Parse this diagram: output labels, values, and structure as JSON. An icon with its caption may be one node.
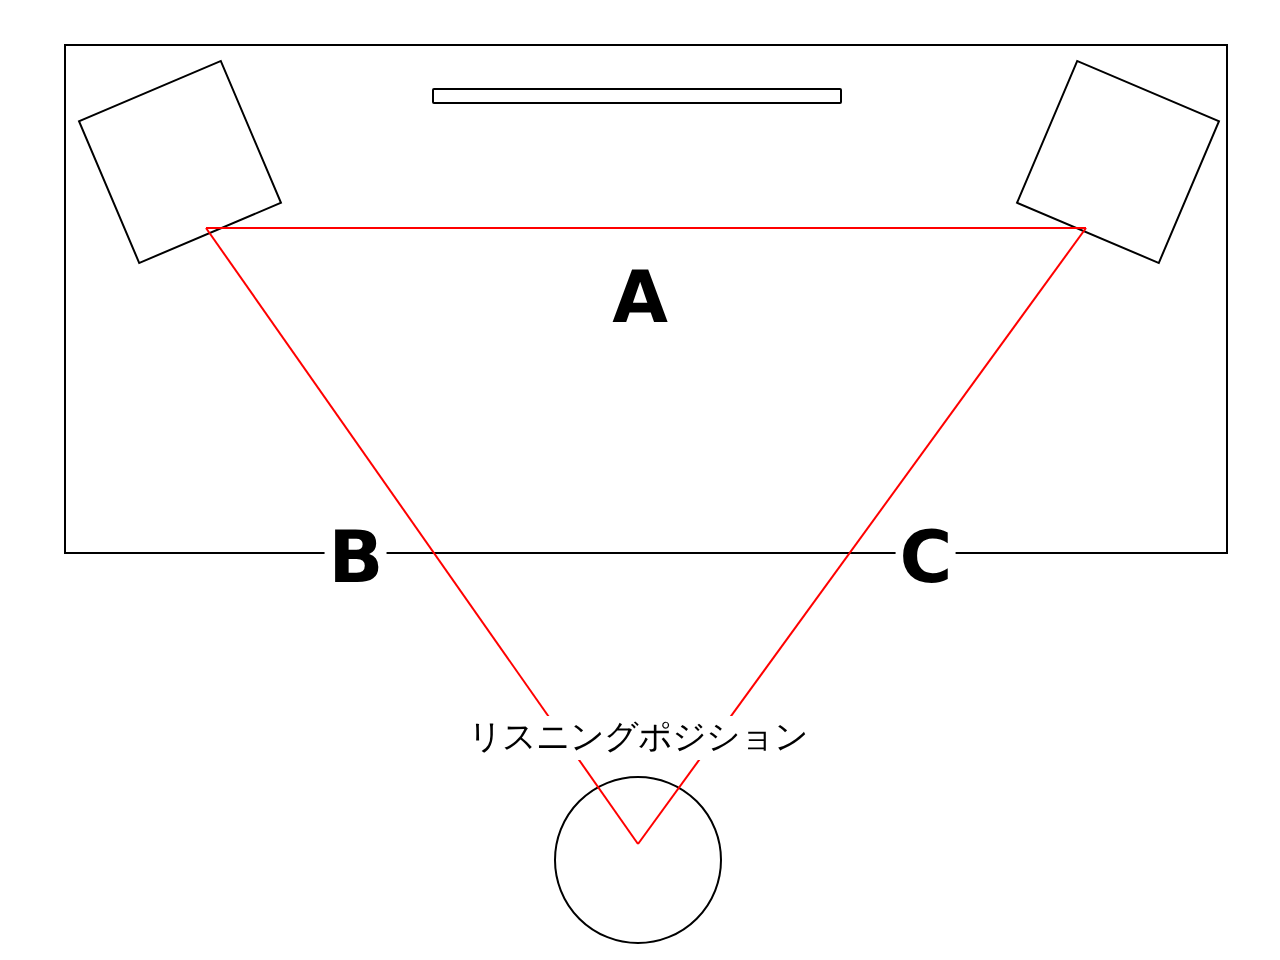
{
  "diagram": {
    "nodes": [
      {
        "text": [],
        "shape": "box"
      },
      {
        "text": [],
        "shape": "bar",
        "in": 0
      },
      {
        "text": [],
        "shape": "box",
        "in": 0
      },
      {
        "text": [],
        "shape": "box",
        "in": 0
      },
      {
        "text": [],
        "shape": "circle",
        "beside": [
          "リスニングポジション"
        ]
      }
    ],
    "edges": [
      {
        "from": 2,
        "to": 3,
        "arrow": "none",
        "label": "A"
      },
      {
        "from": 2,
        "to": 4,
        "arrow": "none",
        "label": "B"
      },
      {
        "from": 3,
        "to": 4,
        "arrow": "none",
        "label": "C"
      }
    ]
  }
}
